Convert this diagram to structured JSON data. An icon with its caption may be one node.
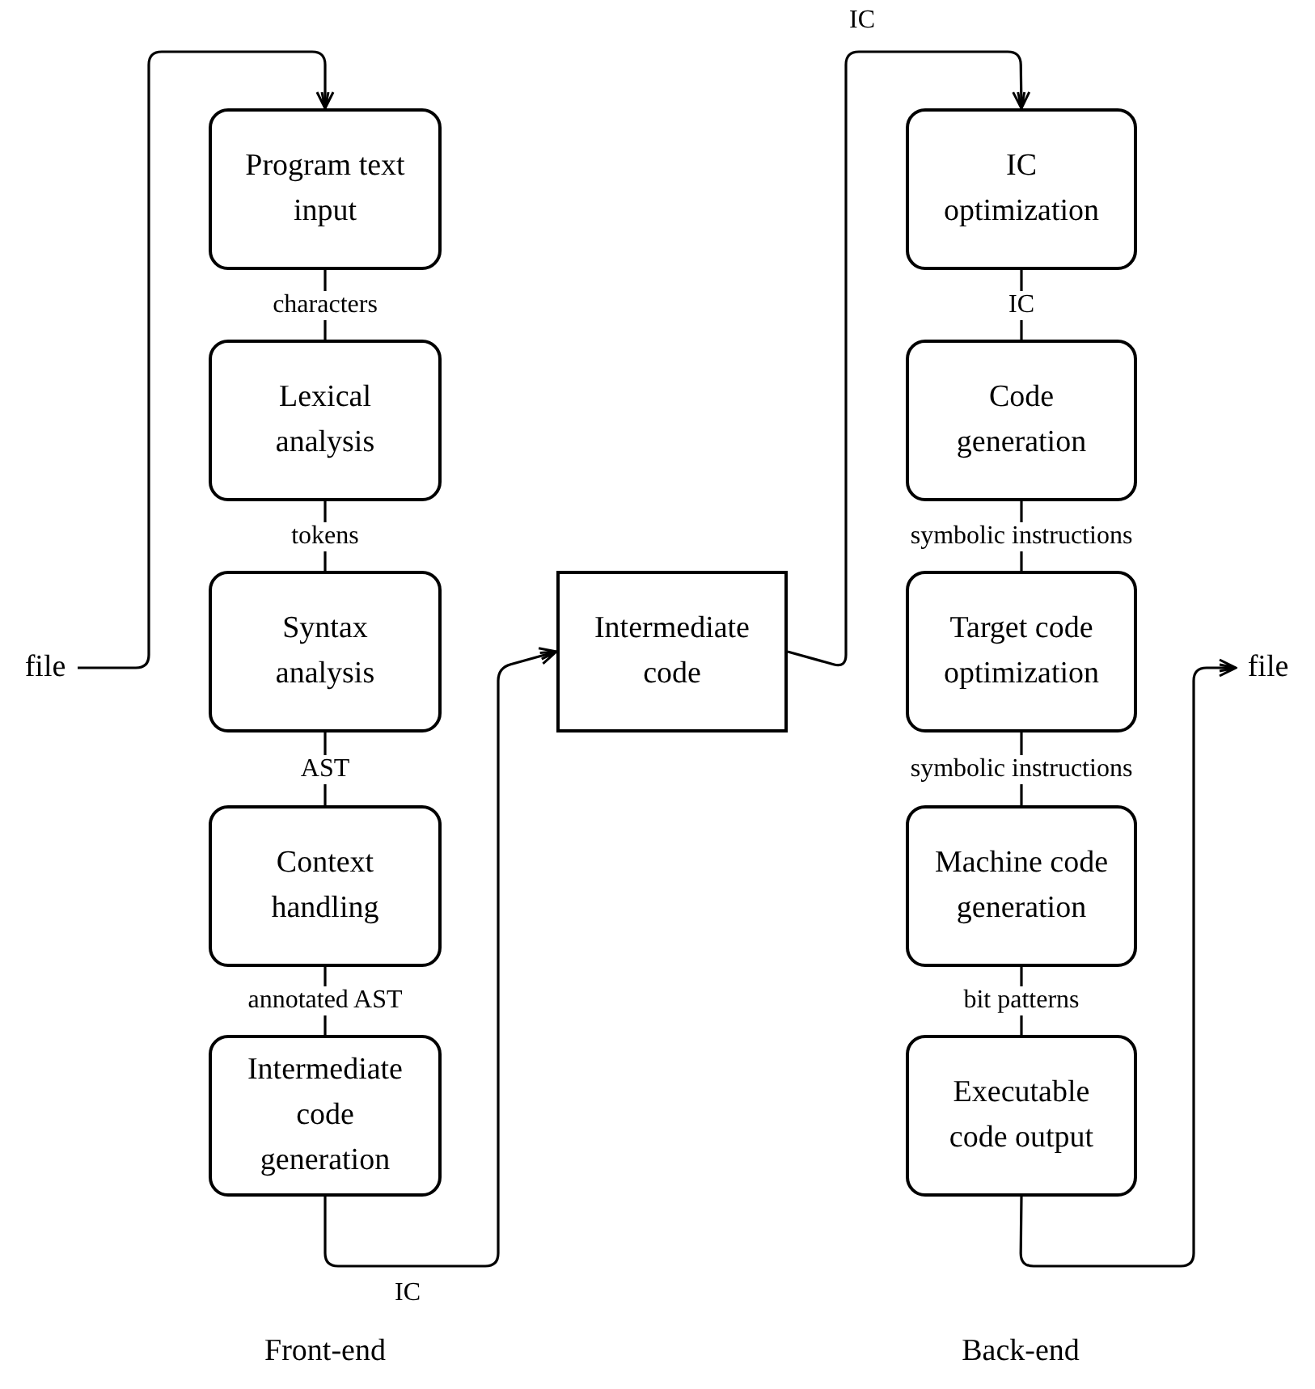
{
  "diagram": {
    "nodes": [
      {
        "text": [
          "file"
        ]
      },
      {
        "text": [
          "Program text input"
        ]
      },
      {
        "text": [
          "Lexical analysis"
        ]
      },
      {
        "text": [
          "Syntax analysis"
        ]
      },
      {
        "text": [
          "Context handling"
        ]
      },
      {
        "text": [
          "Intermediate code generation"
        ]
      },
      {
        "text": [
          "Intermediate code"
        ]
      },
      {
        "text": [
          "IC optimization"
        ]
      },
      {
        "text": [
          "Code generation"
        ]
      },
      {
        "text": [
          "Target code optimization"
        ]
      },
      {
        "text": [
          "Machine code generation"
        ]
      },
      {
        "text": [
          "Executable code output"
        ]
      },
      {
        "text": [
          "file"
        ]
      }
    ],
    "edges": [
      {
        "from": 0,
        "to": 1,
        "arrow": "to"
      },
      {
        "from": 1,
        "to": 2,
        "arrow": "none",
        "label": "characters"
      },
      {
        "from": 2,
        "to": 3,
        "arrow": "none",
        "label": "tokens"
      },
      {
        "from": 3,
        "to": 4,
        "arrow": "none",
        "label": "AST"
      },
      {
        "from": 4,
        "to": 5,
        "arrow": "none",
        "label": "annotated AST"
      },
      {
        "from": 5,
        "to": 6,
        "arrow": "to",
        "label": "IC"
      },
      {
        "from": 6,
        "to": 7,
        "arrow": "to",
        "label": "IC"
      },
      {
        "from": 7,
        "to": 8,
        "arrow": "none",
        "label": "IC"
      },
      {
        "from": 8,
        "to": 9,
        "arrow": "none",
        "label": "symbolic instructions"
      },
      {
        "from": 9,
        "to": 10,
        "arrow": "none",
        "label": "symbolic instructions"
      },
      {
        "from": 10,
        "to": 11,
        "arrow": "none",
        "label": "bit patterns"
      },
      {
        "from": 11,
        "to": 12,
        "arrow": "to"
      }
    ],
    "labels": [
      "Front-end",
      "Back-end"
    ]
  }
}
